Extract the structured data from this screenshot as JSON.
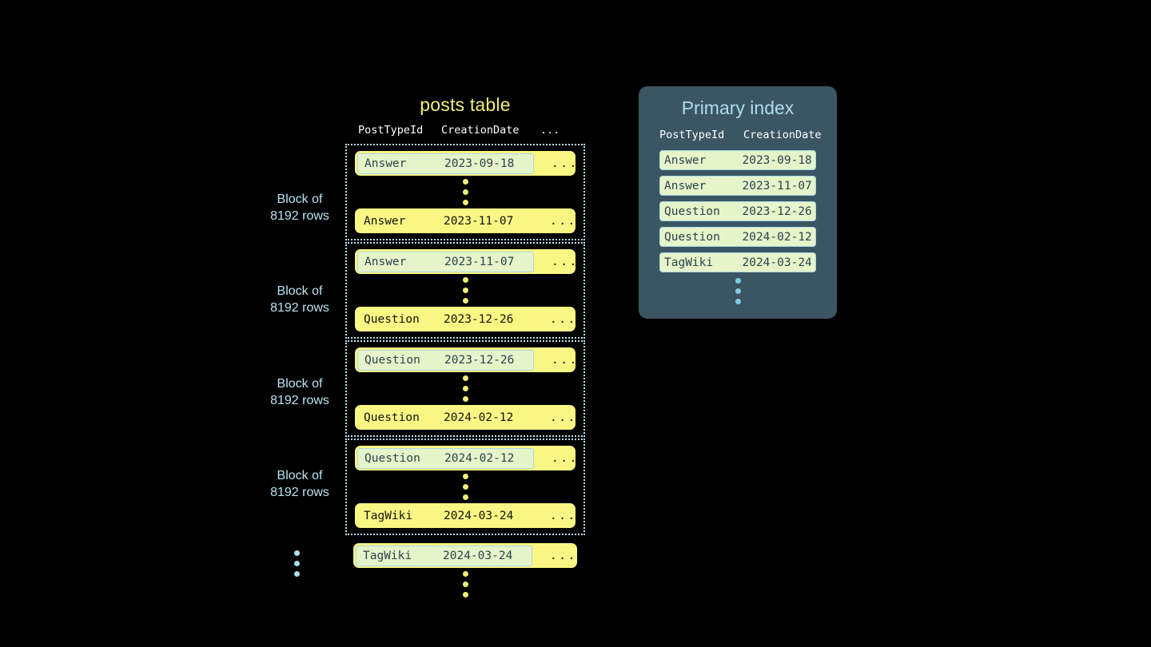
{
  "posts_table": {
    "title": "posts table",
    "columns": [
      "PostTypeId",
      "CreationDate",
      "..."
    ],
    "ellipsis_cell": "...",
    "blocks": [
      {
        "label_line1": "Block of",
        "label_line2": "8192 rows",
        "first_row": {
          "post_type_id": "Answer",
          "creation_date": "2023-09-18",
          "highlighted": true
        },
        "last_row": {
          "post_type_id": "Answer",
          "creation_date": "2023-11-07",
          "highlighted": false
        }
      },
      {
        "label_line1": "Block of",
        "label_line2": "8192 rows",
        "first_row": {
          "post_type_id": "Answer",
          "creation_date": "2023-11-07",
          "highlighted": true
        },
        "last_row": {
          "post_type_id": "Question",
          "creation_date": "2023-12-26",
          "highlighted": false
        }
      },
      {
        "label_line1": "Block of",
        "label_line2": "8192 rows",
        "first_row": {
          "post_type_id": "Question",
          "creation_date": "2023-12-26",
          "highlighted": true
        },
        "last_row": {
          "post_type_id": "Question",
          "creation_date": "2024-02-12",
          "highlighted": false
        }
      },
      {
        "label_line1": "Block of",
        "label_line2": "8192 rows",
        "first_row": {
          "post_type_id": "Question",
          "creation_date": "2024-02-12",
          "highlighted": true
        },
        "last_row": {
          "post_type_id": "TagWiki",
          "creation_date": "2024-03-24",
          "highlighted": false
        }
      }
    ],
    "trailing_row": {
      "post_type_id": "TagWiki",
      "creation_date": "2024-03-24",
      "highlighted": true
    }
  },
  "primary_index": {
    "title": "Primary index",
    "columns": [
      "PostTypeId",
      "CreationDate"
    ],
    "rows": [
      {
        "post_type_id": "Answer",
        "creation_date": "2023-09-18"
      },
      {
        "post_type_id": "Answer",
        "creation_date": "2023-11-07"
      },
      {
        "post_type_id": "Question",
        "creation_date": "2023-12-26"
      },
      {
        "post_type_id": "Question",
        "creation_date": "2024-02-12"
      },
      {
        "post_type_id": "TagWiki",
        "creation_date": "2024-03-24"
      }
    ]
  },
  "colors": {
    "background": "#000000",
    "row_yellow": "#faf684",
    "highlight_green": "#e6f4c9",
    "highlight_border": "#a8d8ea",
    "accent_blue": "#b7e4f2",
    "title_yellow": "#f2f07a",
    "panel_slate": "#3c5562"
  }
}
